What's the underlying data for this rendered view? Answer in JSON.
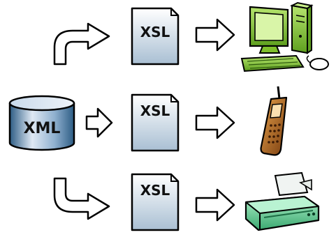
{
  "source": {
    "label": "XML"
  },
  "transforms": [
    {
      "label": "XSL"
    },
    {
      "label": "XSL"
    },
    {
      "label": "XSL"
    }
  ],
  "outputs": [
    {
      "icon": "desktop-computer-icon"
    },
    {
      "icon": "mobile-phone-icon"
    },
    {
      "icon": "printer-icon"
    }
  ],
  "colors": {
    "xml_fill_light": "#dfe9f4",
    "xml_fill_dark": "#3a6f99",
    "doc_fill_top": "#ffffff",
    "doc_fill_bottom": "#a9bfd3",
    "computer": "#8fce3b",
    "phone": "#c97a22",
    "printer": "#6fd39a",
    "stroke": "#000000"
  }
}
